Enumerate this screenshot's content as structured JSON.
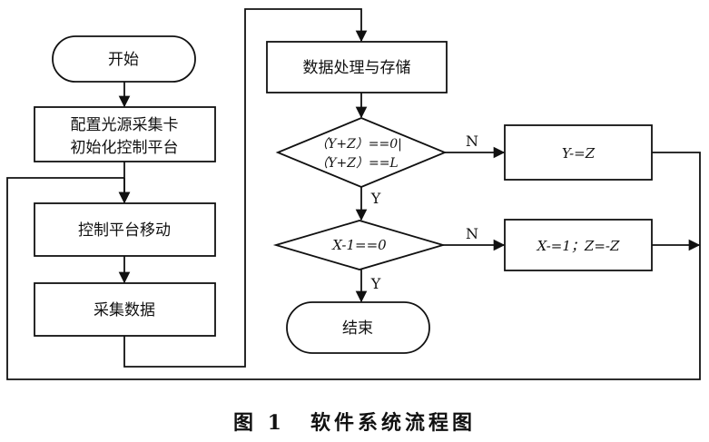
{
  "flowchart": {
    "start": "开始",
    "config_line1": "配置光源采集卡",
    "config_line2": "初始化控制平台",
    "move": "控制平台移动",
    "collect": "采集数据",
    "process": "数据处理与存储",
    "decision1_line1": "（Y+Z）==0|",
    "decision1_line2": "（Y+Z）==L",
    "action1": "Y-=Z",
    "decision2": "X-1==0",
    "action2": "X-=1；Z=-Z",
    "end": "结束",
    "label_n1": "N",
    "label_y1": "Y",
    "label_n2": "N",
    "label_y2": "Y"
  },
  "caption": {
    "figure_number": "图 1",
    "title": "软件系统流程图"
  }
}
